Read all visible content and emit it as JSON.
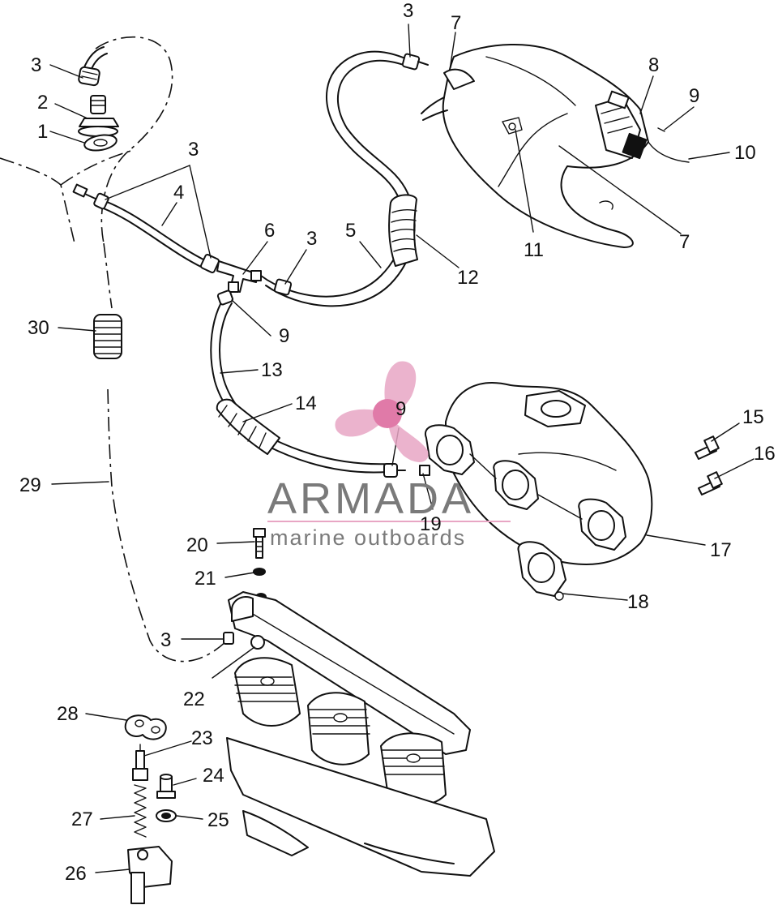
{
  "diagram": {
    "callouts": [
      {
        "text": "3"
      },
      {
        "text": "7"
      },
      {
        "text": "3"
      },
      {
        "text": "8"
      },
      {
        "text": "2"
      },
      {
        "text": "9"
      },
      {
        "text": "1"
      },
      {
        "text": "10"
      },
      {
        "text": "3"
      },
      {
        "text": "4"
      },
      {
        "text": "6"
      },
      {
        "text": "3"
      },
      {
        "text": "5"
      },
      {
        "text": "11"
      },
      {
        "text": "7"
      },
      {
        "text": "12"
      },
      {
        "text": "30"
      },
      {
        "text": "9"
      },
      {
        "text": "13"
      },
      {
        "text": "14"
      },
      {
        "text": "9"
      },
      {
        "text": "15"
      },
      {
        "text": "16"
      },
      {
        "text": "29"
      },
      {
        "text": "19"
      },
      {
        "text": "20"
      },
      {
        "text": "17"
      },
      {
        "text": "21"
      },
      {
        "text": "18"
      },
      {
        "text": "3"
      },
      {
        "text": "22"
      },
      {
        "text": "28"
      },
      {
        "text": "23"
      },
      {
        "text": "24"
      },
      {
        "text": "27"
      },
      {
        "text": "25"
      },
      {
        "text": "26"
      }
    ]
  },
  "watermark": {
    "title": "ARMADA",
    "subtitle": "marine outboards",
    "colors": {
      "text": "#7a7a7a",
      "logo": "#e8a6c4",
      "logo_dot": "#e07aa8",
      "rule": "#e8a6c4"
    }
  }
}
